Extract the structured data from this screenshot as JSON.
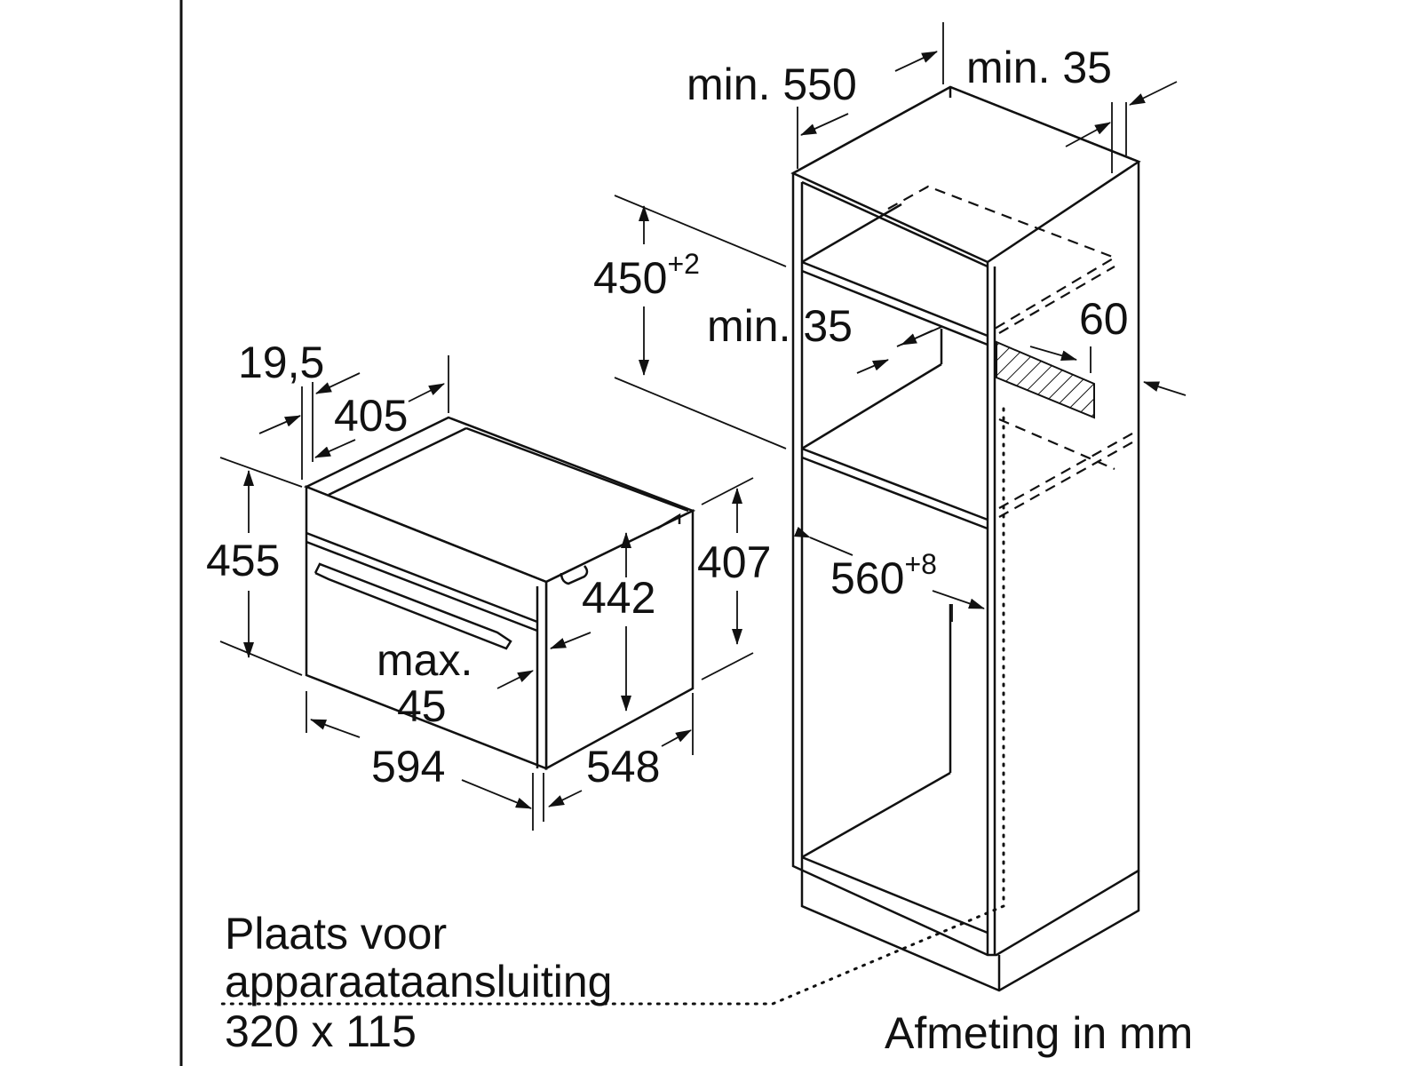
{
  "dimensions": {
    "cabinet_depth": "min. 550",
    "top_gap": "min. 35",
    "niche_height": "450",
    "niche_height_tolerance": "+2",
    "rear_gap": "min. 35",
    "vent_depth": "60",
    "front_thickness": "19,5",
    "oven_depth_top": "405",
    "oven_height": "455",
    "oven_body_height": "407",
    "door_height": "442",
    "door_max_label": "max.",
    "door_max_value": "45",
    "oven_width": "594",
    "oven_depth": "548",
    "niche_width": "560",
    "niche_width_tolerance": "+8"
  },
  "notes": {
    "connection_line1": "Plaats voor",
    "connection_line2": "apparaataansluiting",
    "connection_line3": "320 x 115",
    "unit": "Afmeting in mm"
  }
}
